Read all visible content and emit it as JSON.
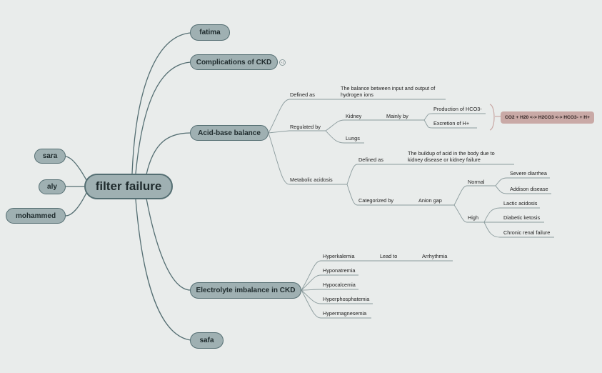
{
  "central": "filter failure",
  "left_topics": [
    "sara",
    "aly",
    "mohammed"
  ],
  "right_topics": {
    "fatima": "fatima",
    "ckd": "Complications of CKD",
    "ckd_badge": "+2",
    "acid": "Acid-base balance",
    "electro": "Electrolyte imbalance in CKD",
    "safa": "safa"
  },
  "acid_base": {
    "defined_as": "Defined as",
    "definition": [
      "The balance between input and output of",
      "hydrogen ions"
    ],
    "regulated_by": "Regulated by",
    "kidney": "Kidney",
    "mainly_by": "Mainly by",
    "production": "Production of HCO3-",
    "excretion": "Excretion of H+",
    "formula": "CO2 + H20 <-> H2CO3 <-> HCO3- + H+",
    "lungs": "Lungs",
    "metabolic_acidosis": "Metabolic acidosis",
    "ma_defined_as": "Defined as",
    "ma_definition": [
      "The buildup of acid in the body due to",
      "kidney disease or kidney failure"
    ],
    "categorized_by": "Categorized by",
    "anion_gap": "Anion gap",
    "normal": "Normal",
    "severe_diarrhea": "Severe diarrhea",
    "addison": "Addison disease",
    "high": "High",
    "lactic": "Lactic acidosis",
    "diabetic": "Diabetic ketosis",
    "chronic_renal": "Chronic renal failure"
  },
  "electrolyte": {
    "hyperkalemia": "Hyperkalemia",
    "lead_to": "Lead to",
    "arrhythmia": "Arrhythmia",
    "hyponatremia": "Hyponatremia",
    "hypocalcemia": "Hypocalcemia",
    "hyperphosphatemia": "Hyperphosphatemia",
    "hypermagnesemia": "Hypermagnesemia"
  },
  "colors": {
    "line": "#546e72",
    "node_fill": "#9fb0b2",
    "formula_fill": "#c9a9a6",
    "background": "#e9eceb"
  }
}
